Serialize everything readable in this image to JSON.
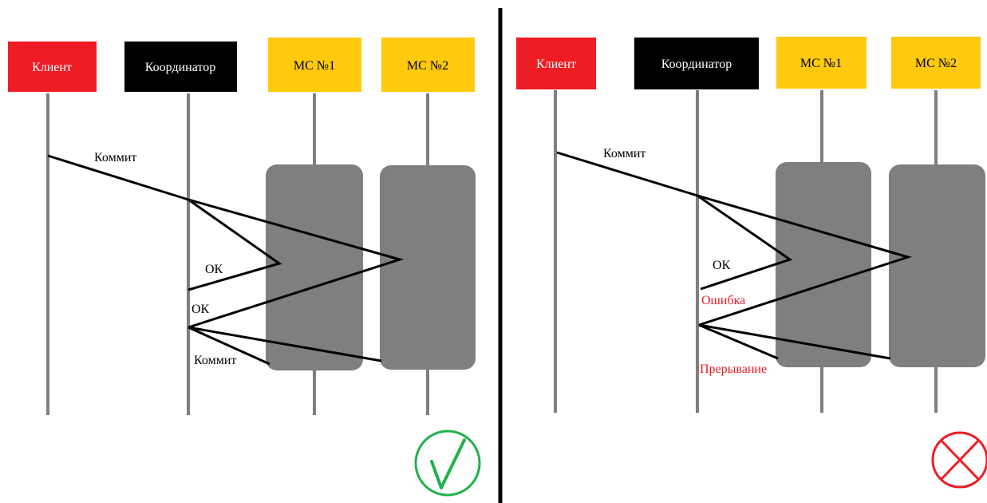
{
  "colors": {
    "client": "#ee1c24",
    "coordinator": "#000000",
    "service": "#ffc90e",
    "lifeline": "#7f7f7f",
    "box": "#7f7f7f",
    "message": "#000000",
    "success": "#22b14c",
    "failure": "#ed1c24",
    "error_text": "#ed1c24"
  },
  "left": {
    "participants": {
      "client": "Клиент",
      "coordinator": "Координатор",
      "ms1": "МС №1",
      "ms2": "МС №2"
    },
    "labels": {
      "commit": "Коммит",
      "ok1": "ОК",
      "ok2": "ОК",
      "commit_final": "Коммит"
    },
    "status_icon": "check-circle-icon"
  },
  "right": {
    "participants": {
      "client": "Клиент",
      "coordinator": "Координатор",
      "ms1": "МС №1",
      "ms2": "МС №2"
    },
    "labels": {
      "commit": "Коммит",
      "ok": "ОК",
      "error": "Ошибка",
      "abort": "Прерывание"
    },
    "status_icon": "cross-circle-icon"
  }
}
